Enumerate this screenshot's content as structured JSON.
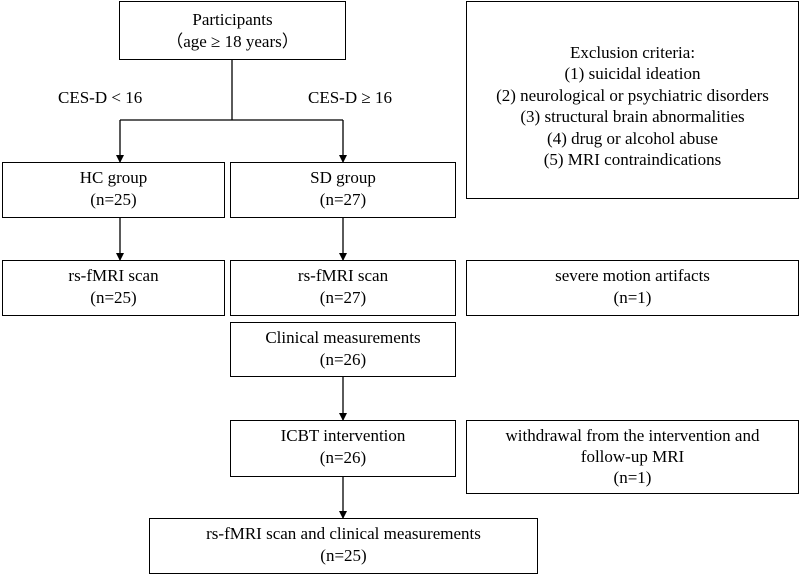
{
  "participants": {
    "title": "Participants",
    "criteria": "（age ≥ 18 years）"
  },
  "branches": {
    "left": "CES-D < 16",
    "right": "CES-D ≥ 16"
  },
  "exclusion": {
    "title": "Exclusion criteria:",
    "items": [
      "(1) suicidal ideation",
      "(2) neurological or psychiatric disorders",
      "(3) structural brain abnormalities",
      "(4) drug or alcohol abuse",
      "(5) MRI contraindications"
    ]
  },
  "hc_group": {
    "title": "HC group",
    "n": "(n=25)"
  },
  "sd_group": {
    "title": "SD group",
    "n": "(n=27)"
  },
  "hc_scan": {
    "title": "rs-fMRI scan",
    "n": "(n=25)"
  },
  "sd_scan": {
    "title": "rs-fMRI scan",
    "n": "(n=27)"
  },
  "motion": {
    "title": "severe motion artifacts",
    "n": "(n=1)"
  },
  "clinical": {
    "title": "Clinical measurements",
    "n": "(n=26)"
  },
  "icbt": {
    "title": "ICBT intervention",
    "n": "(n=26)"
  },
  "withdrawal": {
    "line1": "withdrawal from the intervention and",
    "line2": "follow-up MRI",
    "n": "(n=1)"
  },
  "final": {
    "title": "rs-fMRI scan and clinical measurements",
    "n": "(n=25)"
  }
}
